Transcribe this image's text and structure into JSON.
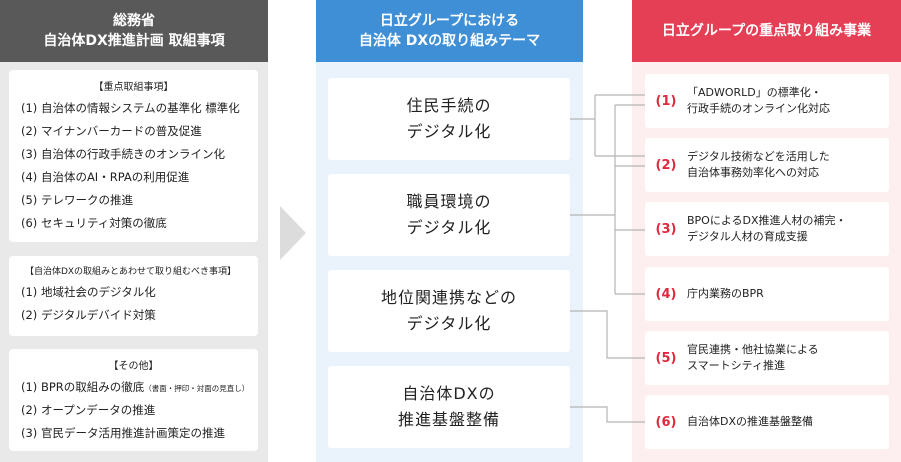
{
  "left": {
    "header": [
      "総務省",
      "自治体DX推進計画 取組事項"
    ],
    "box1": {
      "title": "【重点取組事項】",
      "items": [
        "(1) 自治体の情報システムの基準化 標準化",
        "(2) マイナンバーカードの普及促進",
        "(3) 自治体の行政手続きのオンライン化",
        "(4) 自治体のAI・RPAの利用促進",
        "(5) テレワークの推進",
        "(6) セキュリティ対策の徹底"
      ]
    },
    "box2": {
      "title": "【自治体DXの取組みとあわせて取り組むべき事項】",
      "items": [
        "(1) 地域社会のデジタル化",
        "(2) デジタルデバイド対策"
      ]
    },
    "box3": {
      "title": "【その他】",
      "item1_main": "(1) BPRの取組みの徹底",
      "item1_note": "（書面・押印・対面の見直し）",
      "items": [
        "(2) オープンデータの推進",
        "(3) 官民データ活用推進計画策定の推進"
      ]
    }
  },
  "middle": {
    "header": [
      "日立グループにおける",
      "自治体 DXの取り組みテーマ"
    ],
    "themes": [
      [
        "住民手続の",
        "デジタル化"
      ],
      [
        "職員環境の",
        "デジタル化"
      ],
      [
        "地位関連携などの",
        "デジタル化"
      ],
      [
        "自治体DXの",
        "推進基盤整備"
      ]
    ]
  },
  "right": {
    "header": "日立グループの重点取り組み事業",
    "items": [
      {
        "num": "(1)",
        "lines": [
          "「ADWORLD」の標準化・",
          "行政手続のオンライン化対応"
        ]
      },
      {
        "num": "(2)",
        "lines": [
          "デジタル技術などを活用した",
          "自治体事務効率化への対応"
        ]
      },
      {
        "num": "(3)",
        "lines": [
          "BPOによるDX推進人材の補完・",
          "デジタル人材の育成支援"
        ]
      },
      {
        "num": "(4)",
        "lines": [
          "庁内業務のBPR"
        ]
      },
      {
        "num": "(5)",
        "lines": [
          "官民連携・他社協業による",
          "スマートシティ推進"
        ]
      },
      {
        "num": "(6)",
        "lines": [
          "自治体DXの推進基盤整備"
        ]
      }
    ]
  },
  "colors": {
    "left_header": "#595959",
    "middle_header": "#3f8fd6",
    "right_header": "#e53f56",
    "right_number": "#e0283e",
    "connector": "#b5b5b5"
  }
}
